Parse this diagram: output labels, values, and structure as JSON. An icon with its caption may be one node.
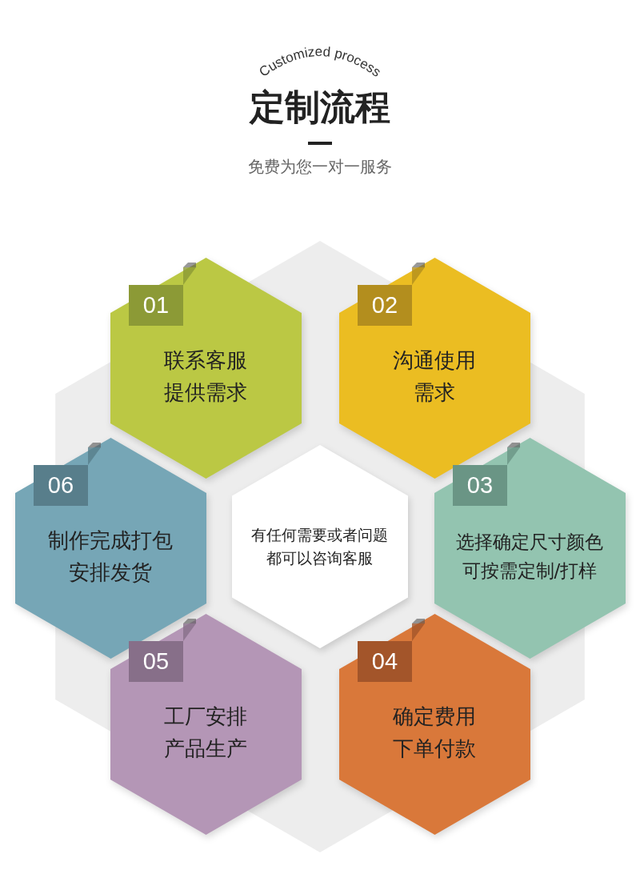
{
  "diagram": {
    "title": "定制流程",
    "nodes": [
      {
        "text": [
          "01",
          "联系客服提供需求"
        ]
      },
      {
        "text": [
          "02",
          "沟通使用需求"
        ]
      },
      {
        "text": [
          "06",
          "制作完成打包安排发货"
        ]
      },
      {
        "text": [
          "有任何需要或者问题都可以咨询客服"
        ]
      },
      {
        "text": [
          "03",
          "选择确定尺寸颜色可按需定制/打样"
        ]
      },
      {
        "text": [
          "05",
          "工厂安排产品生产"
        ]
      },
      {
        "text": [
          "04",
          "确定费用下单付款"
        ]
      }
    ],
    "labels": [
      "Customized process",
      "免费为您一对一服务"
    ]
  }
}
